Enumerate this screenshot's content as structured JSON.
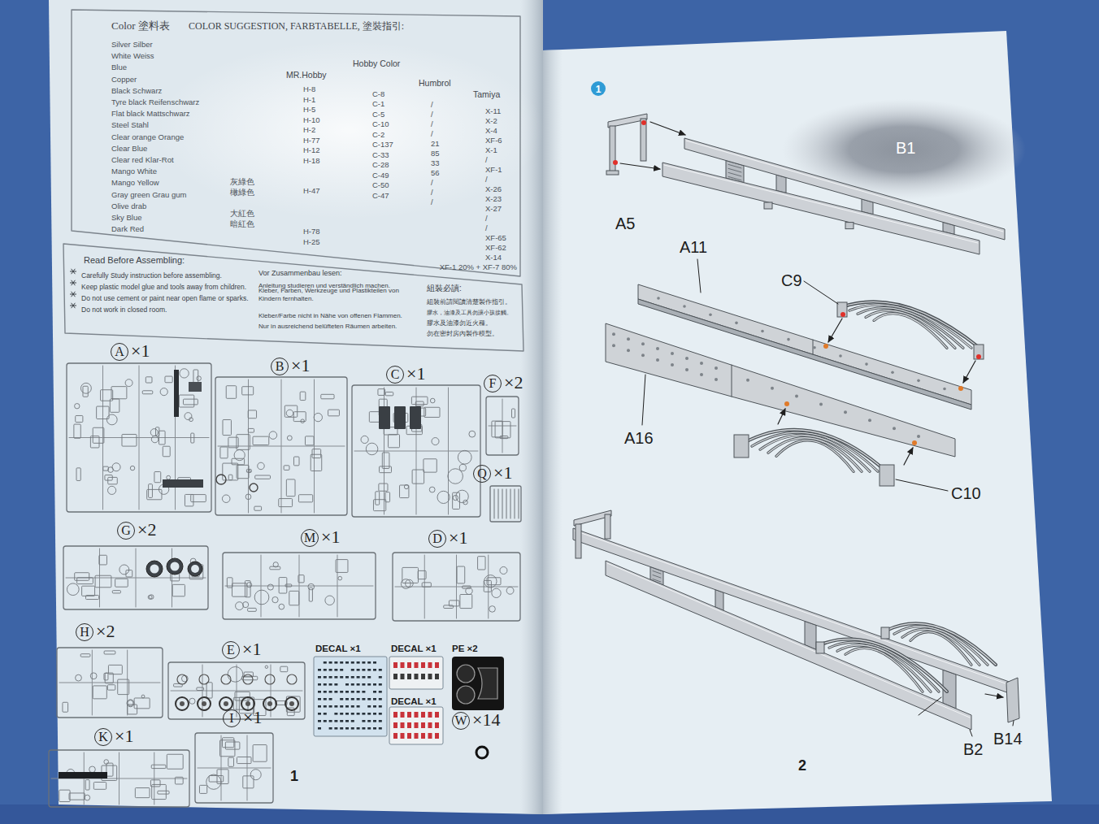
{
  "diagram": {
    "nodes": [
      {
        "text": [
          "Color 塗料表",
          "COLOR SUGGESTION, FARBTABELLE, 塗裝指引:",
          "MR.Hobby",
          "Hobby Color",
          "Humbrol",
          "Tamiya",
          "Silver Silber",
          "White Weiss",
          "Blue",
          "Copper",
          "Black Schwarz",
          "Tyre black Reifenschwarz",
          "Flat black Mattschwarz",
          "Steel Stahl",
          "Clear orange Orange",
          "Clear Blue",
          "Clear red Klar-Rot",
          "Mango White",
          "Mango Yellow",
          "Gray green Grau gum",
          "Olive drab",
          "Sky Blue",
          "Dark Red",
          "灰綠色",
          "橄綠色",
          "大紅色",
          "暗紅色",
          "H-8",
          "H-1",
          "H-5",
          "H-10",
          "H-2",
          "H-77",
          "H-12",
          "H-18",
          "H-47",
          "H-78",
          "H-25",
          "C-8",
          "C-1",
          "C-5",
          "C-10",
          "C-2",
          "C-137",
          "C-33",
          "C-28",
          "C-49",
          "C-50",
          "C-47",
          "/",
          "/",
          "/",
          "/",
          "21",
          "85",
          "33",
          "56",
          "/",
          "/",
          "/",
          "X-11",
          "X-2",
          "X-4",
          "XF-6",
          "X-1",
          "/",
          "XF-1",
          "/",
          "X-26",
          "X-23",
          "X-27",
          "/",
          "/",
          "XF-65",
          "XF-62",
          "X-14",
          "XF-1 20% + XF-7 80%"
        ]
      },
      {
        "text": [
          "Read Before Assembling:",
          "Carefully Study instruction before assembling.",
          "Keep plastic model glue and tools away from children.",
          "Do not use cement or paint near open flame or sparks.",
          "Do not work in closed room.",
          "Vor Zusammenbau lesen:",
          "Anleitung studieren und verständlich machen.",
          "Kleber, Farben, Werkzeuge und Plastikteilen von Kindern fernhalten.",
          "Kleber/Farbe nicht in Nähe von offenen Flammen.",
          "Nur in ausreichend belüfteten Räumen arbeiten.",
          "組裝必讀:",
          "組裝前請閱讀清楚製作指引。",
          "膠水，油漆及工具勿讓小孩接觸。",
          "膠水及油漆勿近火種。",
          "勿在密封房內製作模型。"
        ]
      },
      {
        "text": [
          "A"
        ]
      },
      {
        "text": [
          "B"
        ]
      },
      {
        "text": [
          "C"
        ]
      },
      {
        "text": [
          "F"
        ]
      },
      {
        "text": [
          "Q"
        ]
      },
      {
        "text": [
          "G"
        ]
      },
      {
        "text": [
          "M"
        ]
      },
      {
        "text": [
          "D"
        ]
      },
      {
        "text": [
          "H"
        ]
      },
      {
        "text": [
          "E"
        ]
      },
      {
        "text": [
          "I"
        ]
      },
      {
        "text": [
          "K"
        ]
      },
      {
        "text": [
          "W"
        ]
      },
      {
        "text": [
          "1"
        ]
      }
    ],
    "labels": [
      "×1",
      "×1",
      "×1",
      "×2",
      "×1",
      "×2",
      "×1",
      "×1",
      "×2",
      "×1",
      "×1",
      "×1",
      "DECAL ×1",
      "DECAL ×1",
      "PE ×2",
      "DECAL ×1",
      "×14",
      "1",
      "2",
      "B1",
      "A5",
      "A11",
      "C9",
      "A16",
      "C10",
      "B14",
      "B2"
    ]
  }
}
